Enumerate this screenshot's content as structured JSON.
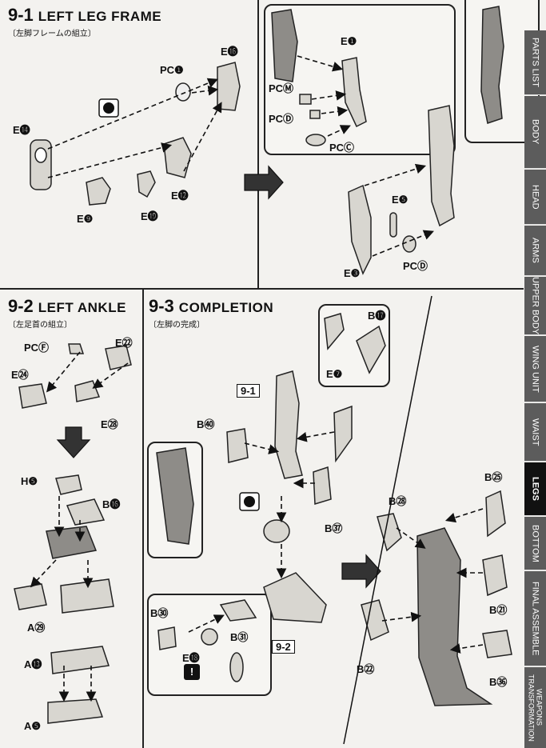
{
  "sections": {
    "s91": {
      "num": "9-1",
      "title": "LEFT LEG FRAME",
      "sub": "〔左脚フレームの組立〕"
    },
    "s92": {
      "num": "9-2",
      "title": "LEFT ANKLE",
      "sub": "〔左足首の組立〕"
    },
    "s93": {
      "num": "9-3",
      "title": "COMPLETION",
      "sub": "〔左脚の完成〕"
    }
  },
  "labels": {
    "pc1": "PC❶",
    "e16": "E⓰",
    "e14": "E⓮",
    "e12": "E⓬",
    "e9": "E❾",
    "e19": "E⓳",
    "e1": "E❶",
    "pcm": "PCⓂ",
    "pcd_a": "PCⒹ",
    "pcc": "PCⒸ",
    "e5": "E❺",
    "e3": "E❸",
    "pcd_b": "PCⒹ",
    "pcf": "PCⒻ",
    "e22": "E㉒",
    "e24": "E㉔",
    "e28": "E㉘",
    "h5": "H❺",
    "b16": "B⓰",
    "a29": "A㉙",
    "a13": "A⓭",
    "a5": "A❺",
    "b17": "B⓱",
    "e7": "E❼",
    "ref91": "9-1",
    "b40": "B㊵",
    "b37": "B㊲",
    "b30": "B㉚",
    "b31": "B㉛",
    "e18": "E⓲",
    "ref92": "9-2",
    "b25": "B㉕",
    "b28": "B㉘",
    "b21": "B㉑",
    "b22": "B㉒",
    "b36": "B㊱"
  },
  "tabs": [
    "PARTS LIST",
    "BODY",
    "HEAD",
    "ARMS",
    "UPPER BODY",
    "WING UNIT",
    "WAIST",
    "LEGS",
    "BOTTOM",
    "FINAL ASSEMBLE",
    "WEAPONS TRANSFORMATION"
  ],
  "active_tab": "LEGS",
  "exclamation": "!"
}
